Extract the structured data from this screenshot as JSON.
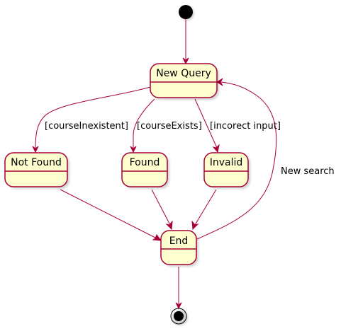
{
  "colors": {
    "state_fill": "#FEFECE",
    "border": "#A80036",
    "text": "#000000",
    "terminal": "#000000"
  },
  "diagram": {
    "type": "state-diagram",
    "states": [
      {
        "id": "new-query",
        "label": "New Query"
      },
      {
        "id": "not-found",
        "label": "Not Found"
      },
      {
        "id": "found",
        "label": "Found"
      },
      {
        "id": "invalid",
        "label": "Invalid"
      },
      {
        "id": "end",
        "label": "End"
      }
    ],
    "transitions": [
      {
        "from": "start",
        "to": "new-query",
        "label": ""
      },
      {
        "from": "new-query",
        "to": "not-found",
        "label": "[courseInexistent]"
      },
      {
        "from": "new-query",
        "to": "found",
        "label": "[courseExists]"
      },
      {
        "from": "new-query",
        "to": "invalid",
        "label": "[incorect input]"
      },
      {
        "from": "not-found",
        "to": "end",
        "label": ""
      },
      {
        "from": "found",
        "to": "end",
        "label": ""
      },
      {
        "from": "invalid",
        "to": "end",
        "label": ""
      },
      {
        "from": "end",
        "to": "new-query",
        "label": "New search"
      },
      {
        "from": "end",
        "to": "final",
        "label": ""
      }
    ]
  }
}
